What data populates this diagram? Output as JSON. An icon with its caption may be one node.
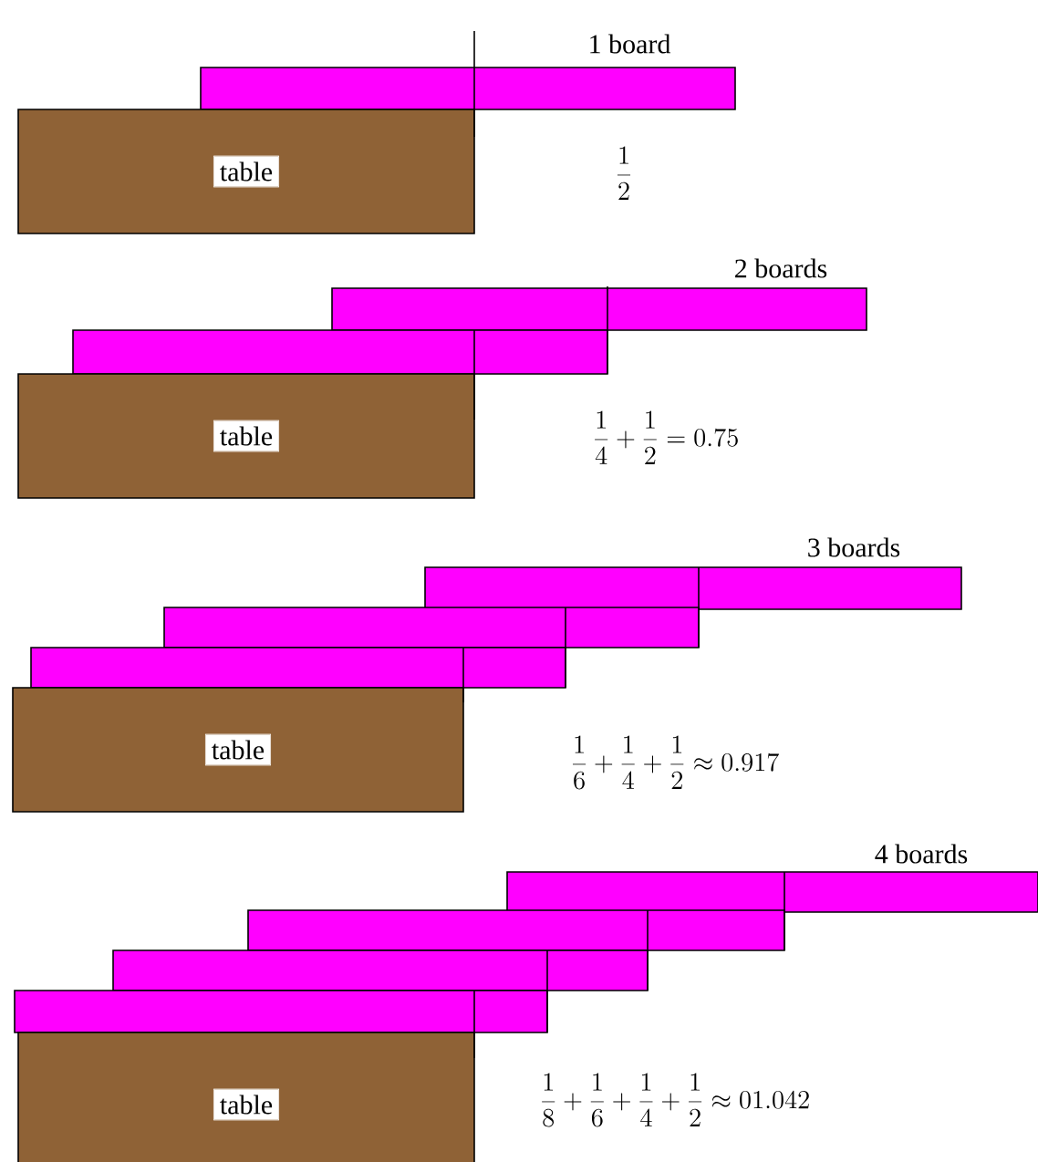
{
  "diagram": {
    "nodes": [
      {
        "text": [],
        "shape": "bar"
      },
      {
        "text": [
          "table"
        ]
      },
      {
        "text": [],
        "shape": "bar"
      },
      {
        "text": [],
        "shape": "bar"
      },
      {
        "text": [
          "table"
        ]
      },
      {
        "text": [],
        "shape": "bar"
      },
      {
        "text": [],
        "shape": "bar"
      },
      {
        "text": [],
        "shape": "bar"
      },
      {
        "text": [
          "table"
        ]
      },
      {
        "text": [],
        "shape": "bar"
      },
      {
        "text": [],
        "shape": "bar"
      },
      {
        "text": [],
        "shape": "bar"
      },
      {
        "text": [],
        "shape": "bar"
      },
      {
        "text": [
          "table"
        ]
      }
    ],
    "labels": [
      "1 board",
      "\\frac{1}{2}",
      "2 boards",
      "\\frac{1}{4}+\\frac{1}{2}=0.75",
      "3 boards",
      "\\frac{1}{6}+\\frac{1}{4}+\\frac{1}{2}\\approx 0.917",
      "4 boards",
      "\\frac{1}{8}+\\frac{1}{6}+\\frac{1}{4}+\\frac{1}{2}\\approx 01.042"
    ]
  }
}
